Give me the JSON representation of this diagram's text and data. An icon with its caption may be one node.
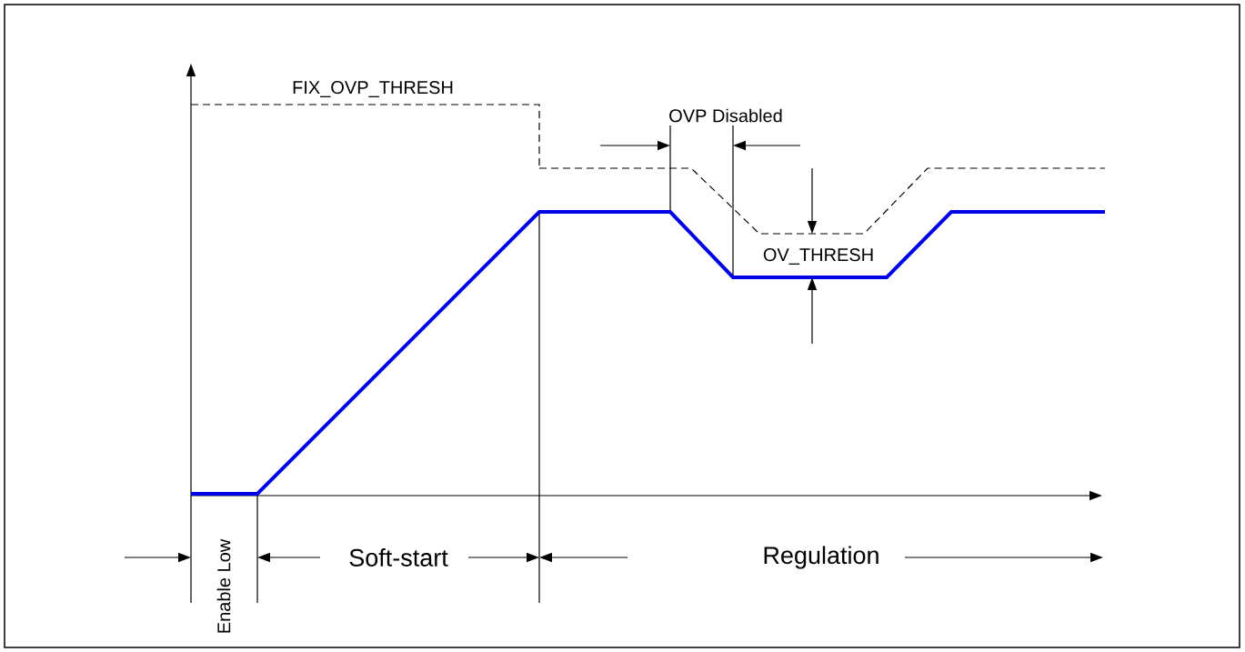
{
  "diagram": {
    "labels": [
      "FIX_OVP_THRESH",
      "OVP Disabled",
      "OV_THRESH",
      "Enable Low",
      "Soft-start",
      "Regulation"
    ]
  }
}
